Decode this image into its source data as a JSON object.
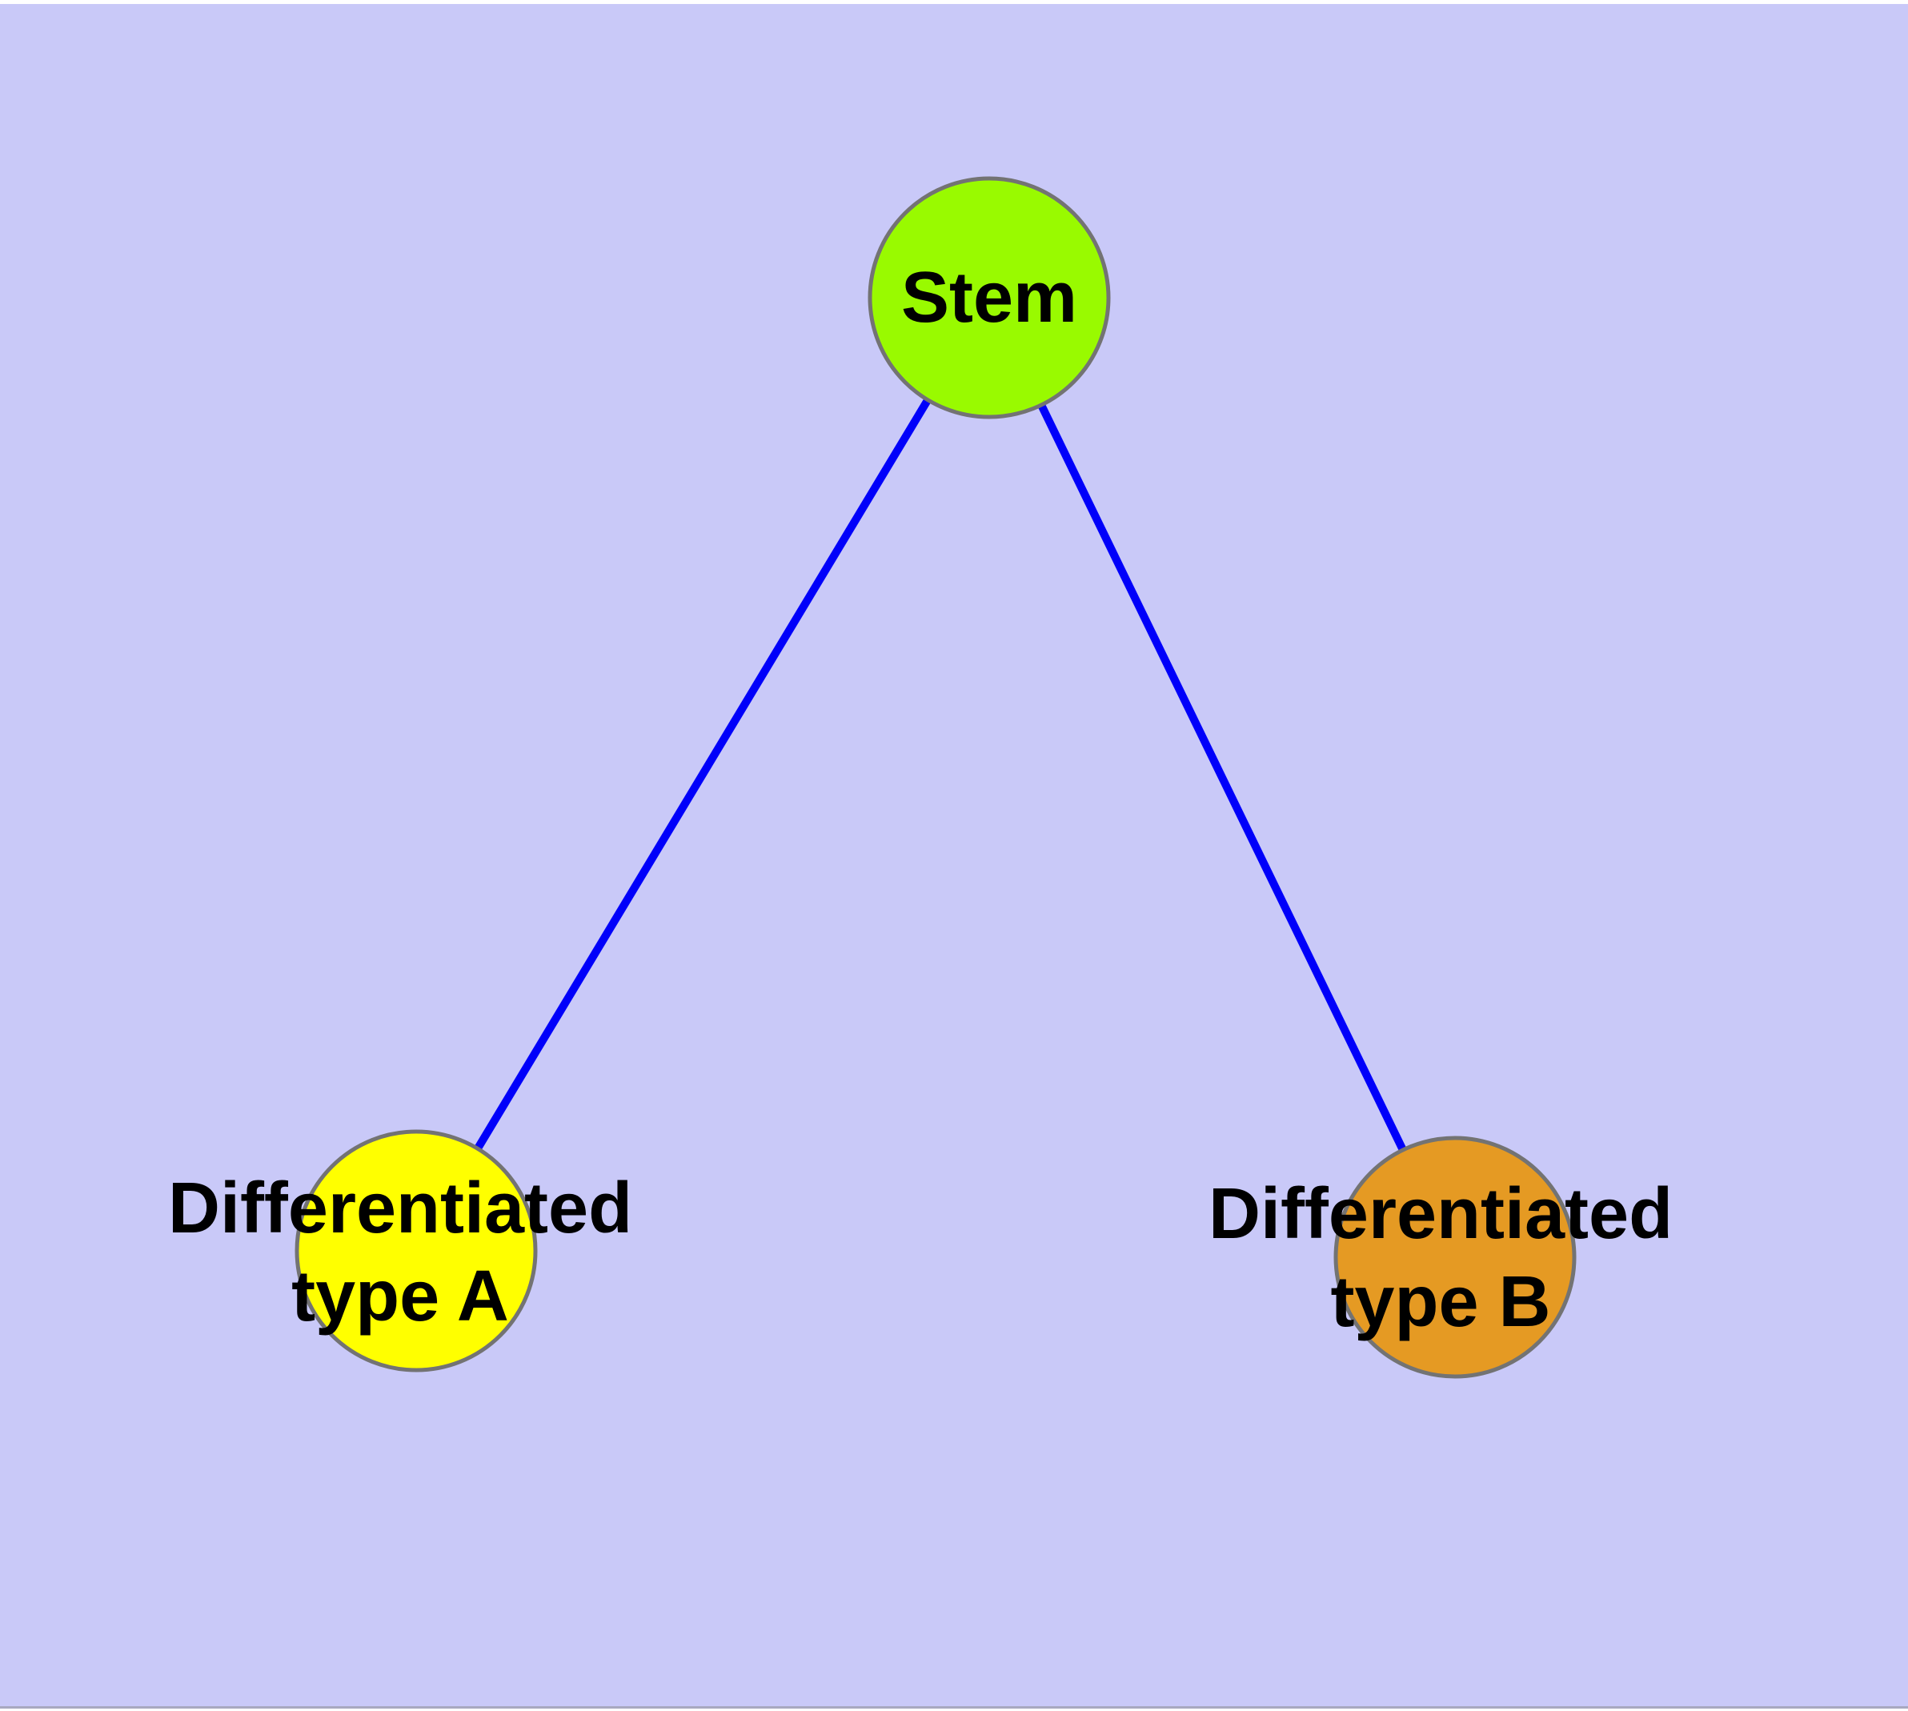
{
  "diagram": {
    "background_color": "#c9c9f8",
    "edge_color": "#0000fa",
    "node_border_color": "#737373",
    "text_color": "#000000",
    "nodes": {
      "stem": {
        "label": "Stem",
        "fill": "#99fa00"
      },
      "type_a": {
        "label_line1": "Differentiated",
        "label_line2": "type A",
        "fill": "#ffff00"
      },
      "type_b": {
        "label_line1": "Differentiated",
        "label_line2": "type B",
        "fill": "#e59a23"
      }
    },
    "edges": [
      {
        "from": "Stem",
        "to": "Differentiated type A"
      },
      {
        "from": "Stem",
        "to": "Differentiated type B"
      }
    ]
  }
}
